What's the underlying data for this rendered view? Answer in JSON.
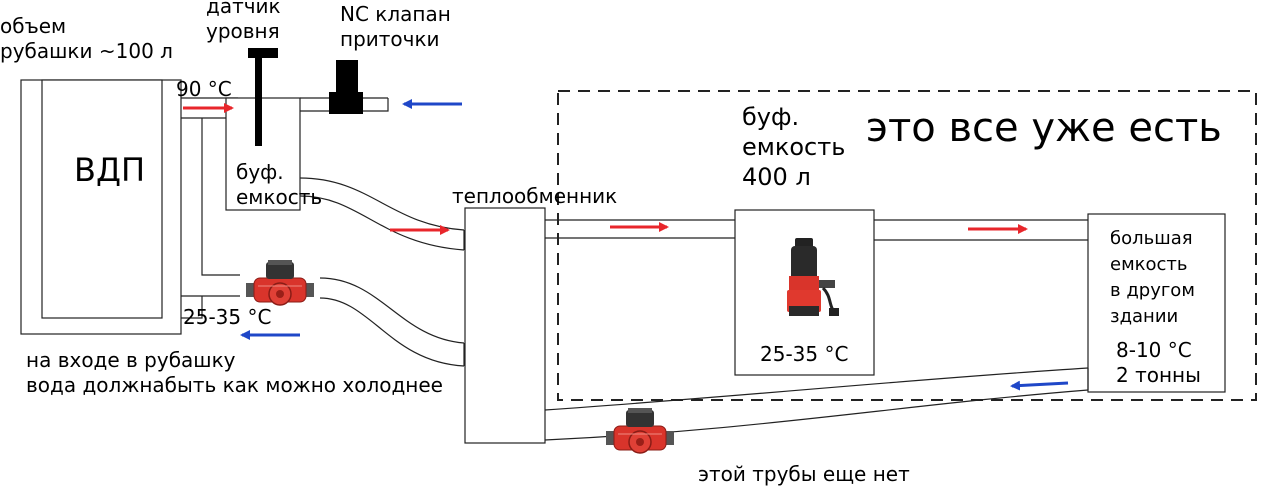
{
  "labels": {
    "jacket_volume": "объем\nрубашки ~100 л",
    "level_sensor": "датчик\nуровня",
    "nc_valve": "NC клапан\nприточки",
    "temp_90": "90 °C",
    "vdp": "ВДП",
    "buffer_small": "буф.\nемкость",
    "heat_exchanger": "теплообменник",
    "buffer_400": "буф.\nемкость\n400 л",
    "already_exists": "это все уже есть",
    "big_tank": "большая\nемкость\nв другом\nздании",
    "big_tank_params": "8-10 °C\n2 тонны",
    "temp_25_35_left": "25-35 °C",
    "temp_25_35_buffer": "25-35 °C",
    "inlet_note": "на входе в рубашку\nвода должнабыть как можно холоднее",
    "pipe_not_yet": "этой трубы еще нет"
  },
  "colors": {
    "hot_arrow": "#e8262b",
    "cold_arrow": "#1f47c8",
    "pump_red": "#d9342b",
    "pump_dark": "#333333",
    "line": "#222222"
  },
  "icons": {
    "circulation_pump": "circulation-pump-icon",
    "submersible_pump": "submersible-pump-icon",
    "level_sensor": "level-sensor-icon",
    "solenoid_valve": "solenoid-valve-icon"
  }
}
